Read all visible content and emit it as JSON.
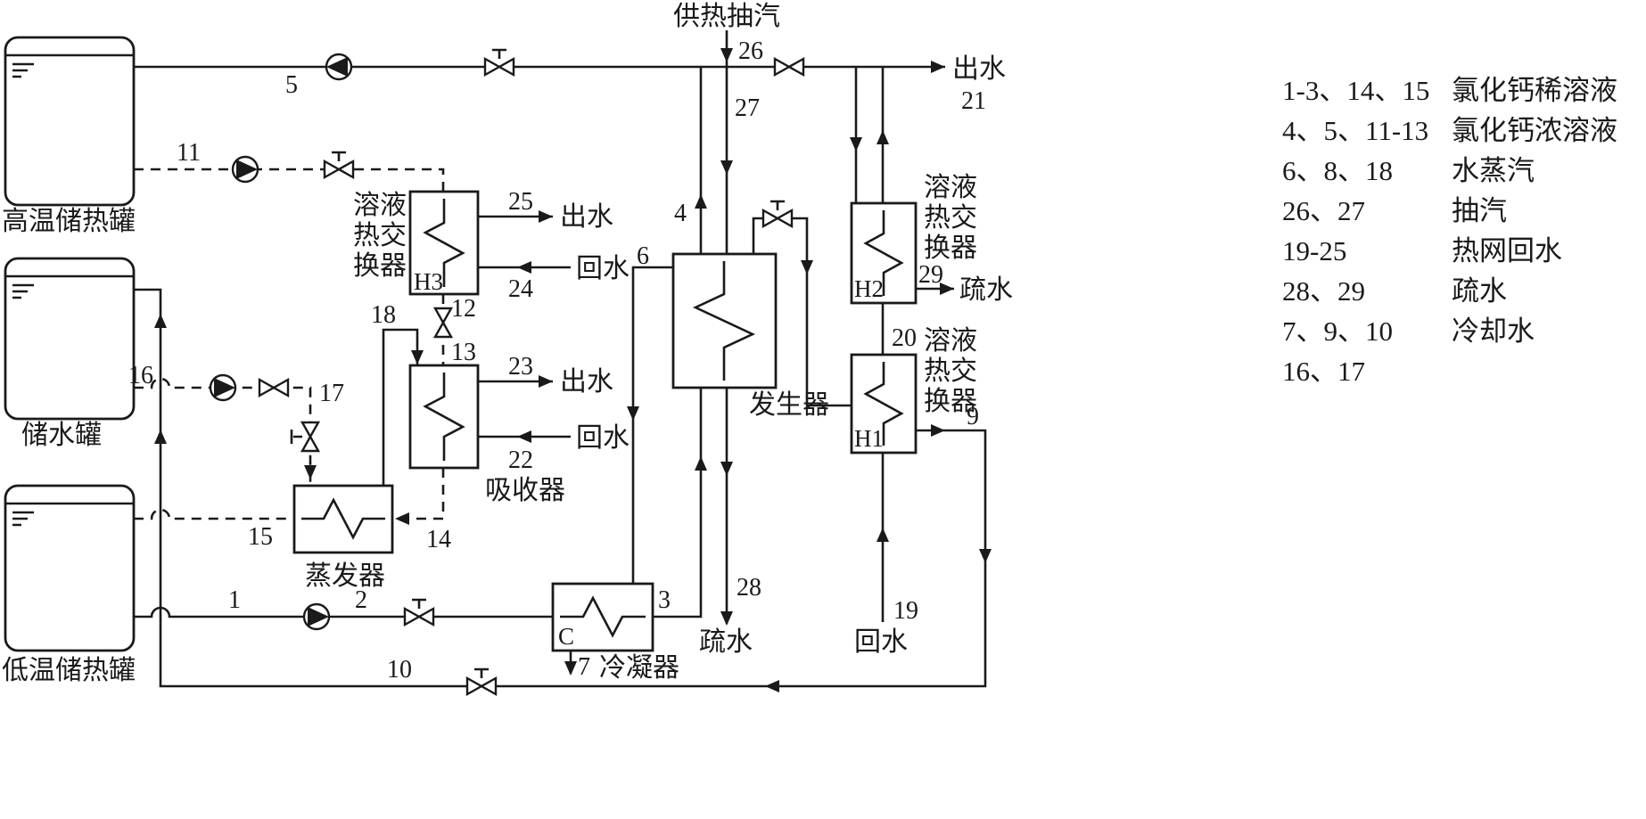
{
  "terms": {
    "supply_steam": "供热抽汽",
    "outlet": "出水",
    "return": "回水",
    "drain": "疏水"
  },
  "tanks": {
    "high_temp": "高温储热罐",
    "water": "储水罐",
    "low_temp": "低温储热罐"
  },
  "units": {
    "generator": "发生器",
    "condenser": "冷凝器",
    "evaporator": "蒸发器",
    "absorber": "吸收器",
    "hx_lines": [
      "溶液",
      "热交",
      "换器"
    ],
    "tag_h1": "H1",
    "tag_h2": "H2",
    "tag_h3": "H3",
    "tag_c": "C"
  },
  "streams": {
    "s1": "1",
    "s2": "2",
    "s3": "3",
    "s4": "4",
    "s5": "5",
    "s6": "6",
    "s7": "7",
    "s9": "9",
    "s10": "10",
    "s11": "11",
    "s12": "12",
    "s13": "13",
    "s14": "14",
    "s15": "15",
    "s16": "16",
    "s17": "17",
    "s18": "18",
    "s19": "19",
    "s20": "20",
    "s21": "21",
    "s22": "22",
    "s23": "23",
    "s24": "24",
    "s25": "25",
    "s26": "26",
    "s27": "27",
    "s28": "28",
    "s29": "29"
  },
  "legend": {
    "rows": [
      {
        "nums": "1-3、14、15",
        "desc": "氯化钙稀溶液"
      },
      {
        "nums": "4、5、11-13",
        "desc": "氯化钙浓溶液"
      },
      {
        "nums": "6、8、18",
        "desc": "水蒸汽"
      },
      {
        "nums": "26、27",
        "desc": "抽汽"
      },
      {
        "nums": "19-25",
        "desc": "热网回水"
      },
      {
        "nums": "28、29",
        "desc": "疏水"
      },
      {
        "nums": "7、9、10",
        "desc": "冷却水"
      },
      {
        "nums": "16、17",
        "desc": ""
      }
    ]
  },
  "colors": {
    "line": "#1a1a1a",
    "background": "#ffffff"
  }
}
